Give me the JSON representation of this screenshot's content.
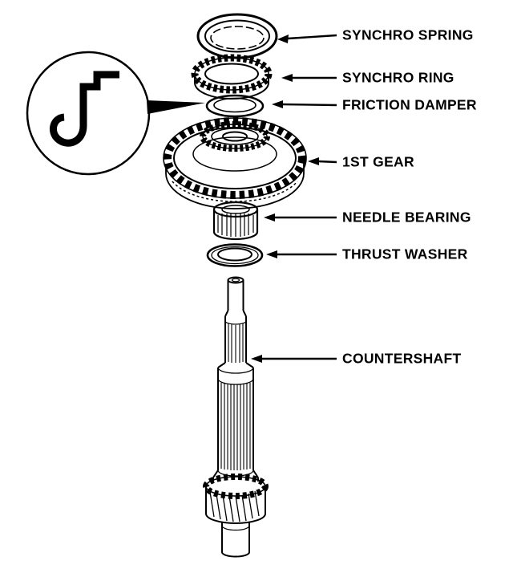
{
  "diagram": {
    "labels": [
      {
        "id": "synchro-spring",
        "text": "SYNCHRO SPRING"
      },
      {
        "id": "synchro-ring",
        "text": "SYNCHRO RING"
      },
      {
        "id": "friction-damper",
        "text": "FRICTION DAMPER"
      },
      {
        "id": "first-gear",
        "text": "1ST GEAR"
      },
      {
        "id": "needle-bearing",
        "text": "NEEDLE BEARING"
      },
      {
        "id": "thrust-washer",
        "text": "THRUST WASHER"
      },
      {
        "id": "countershaft",
        "text": "COUNTERSHAFT"
      }
    ],
    "inset": {
      "icon_name": "hook-detail-icon"
    },
    "colors": {
      "ink": "#000000",
      "background": "#ffffff"
    }
  }
}
